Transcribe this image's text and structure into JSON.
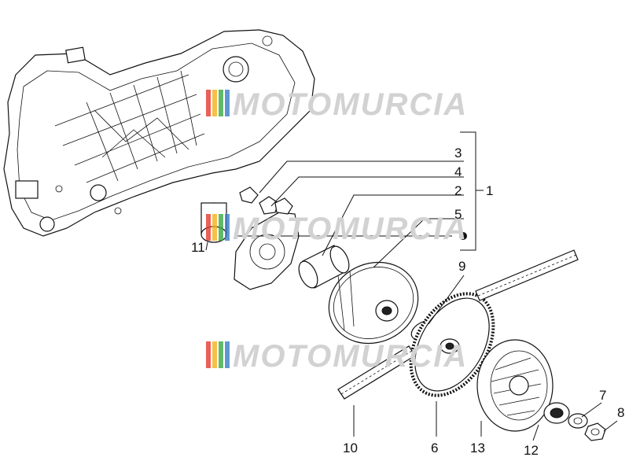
{
  "watermark": {
    "text": "MOTOMURCIA",
    "colors": [
      "#e23b2e",
      "#f2b21a",
      "#3aa843",
      "#3a7cc8"
    ]
  },
  "callouts": {
    "c1": "1",
    "c2": "2",
    "c3": "3",
    "c4": "4",
    "c5": "5",
    "c6": "6",
    "c7": "7",
    "c8": "8",
    "c9": "9",
    "c10": "10",
    "c11": "11",
    "c12": "12",
    "c13": "13"
  },
  "legend_bullet": "filled-dot-icon"
}
